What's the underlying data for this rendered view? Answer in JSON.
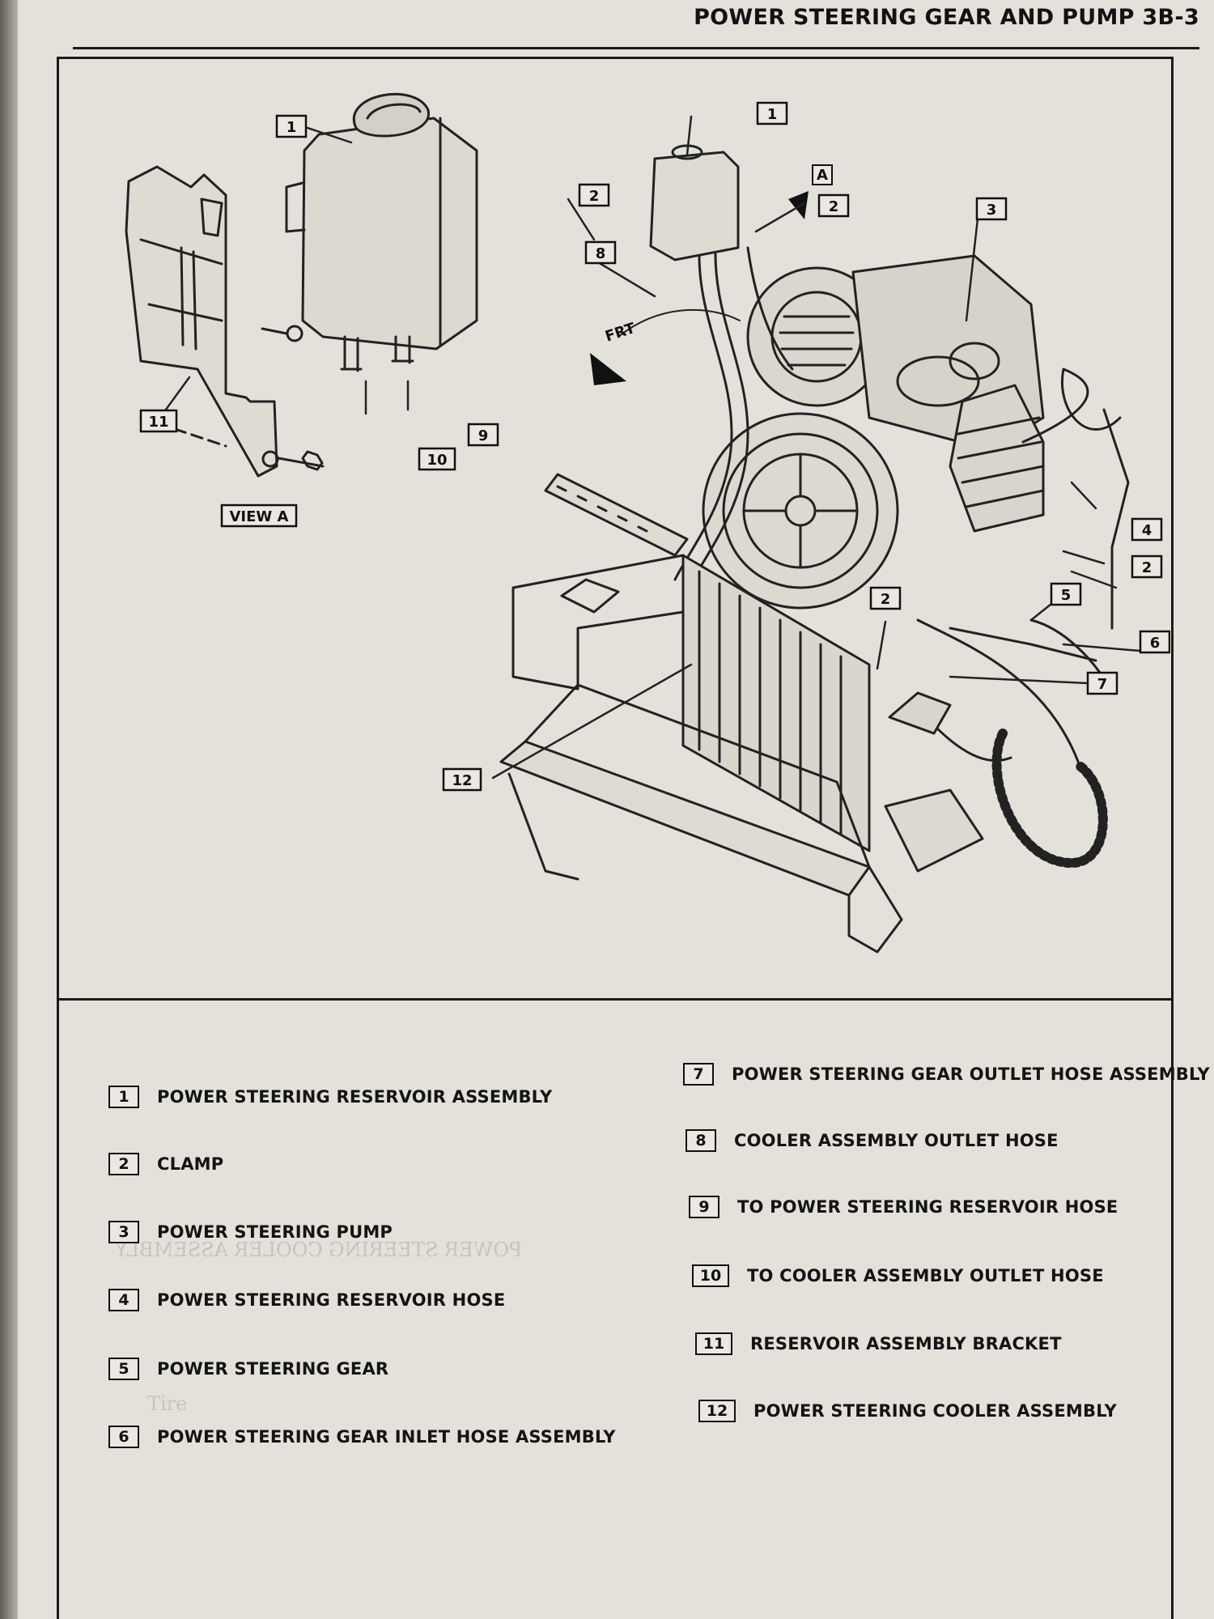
{
  "header": {
    "title": "POWER STEERING GEAR AND PUMP  3B-3"
  },
  "diagram": {
    "view_a_label": "VIEW A",
    "frt_label": "FRT",
    "view_marker": "A",
    "callouts": [
      "1",
      "1",
      "2",
      "2",
      "2",
      "2",
      "3",
      "4",
      "5",
      "6",
      "7",
      "8",
      "9",
      "10",
      "11",
      "12"
    ]
  },
  "legend": {
    "items": [
      {
        "num": "1",
        "text": "POWER STEERING RESERVOIR ASSEMBLY"
      },
      {
        "num": "2",
        "text": "CLAMP"
      },
      {
        "num": "3",
        "text": "POWER STEERING PUMP"
      },
      {
        "num": "4",
        "text": "POWER STEERING RESERVOIR HOSE"
      },
      {
        "num": "5",
        "text": "POWER STEERING GEAR"
      },
      {
        "num": "6",
        "text": "POWER STEERING GEAR INLET HOSE ASSEMBLY"
      },
      {
        "num": "7",
        "text": "POWER STEERING GEAR OUTLET HOSE ASSEMBLY"
      },
      {
        "num": "8",
        "text": "COOLER ASSEMBLY OUTLET HOSE"
      },
      {
        "num": "9",
        "text": "TO POWER STEERING RESERVOIR HOSE"
      },
      {
        "num": "10",
        "text": "TO COOLER ASSEMBLY OUTLET HOSE"
      },
      {
        "num": "11",
        "text": "RESERVOIR ASSEMBLY BRACKET"
      },
      {
        "num": "12",
        "text": "POWER STEERING COOLER ASSEMBLY"
      }
    ]
  },
  "colors": {
    "paper": "#e4e1da",
    "ink": "#111111"
  }
}
